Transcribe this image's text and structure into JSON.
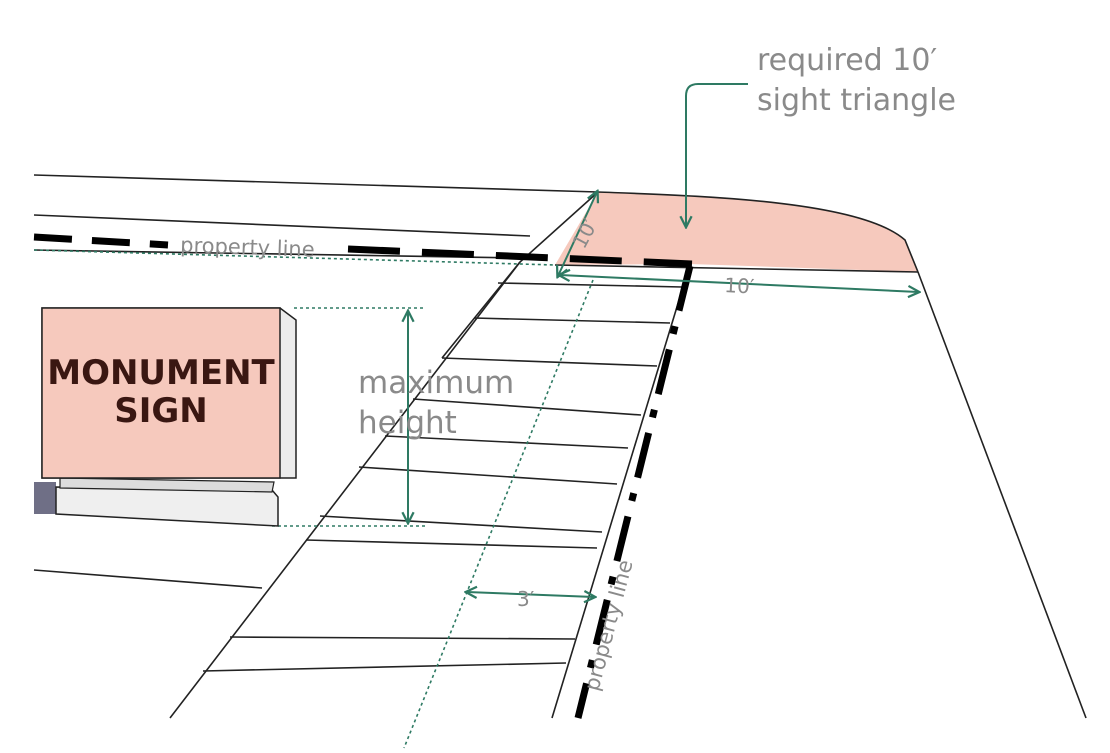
{
  "colors": {
    "annotation_line": "#2e7a63",
    "highlight_fill": "#f6c9bd",
    "outline": "#222222",
    "label_text": "#8a8a8a",
    "sign_text": "#3a1712"
  },
  "labels": {
    "sight_triangle_line1": "required 10′",
    "sight_triangle_line2": "sight triangle",
    "property_line_top": "property line",
    "property_line_side": "property line",
    "max_height_line1": "maximum",
    "max_height_line2": "height",
    "dim_10_vertical": "10′",
    "dim_10_horizontal": "10′",
    "dim_3": "3′"
  },
  "sign": {
    "line1": "MONUMENT",
    "line2": "SIGN"
  }
}
